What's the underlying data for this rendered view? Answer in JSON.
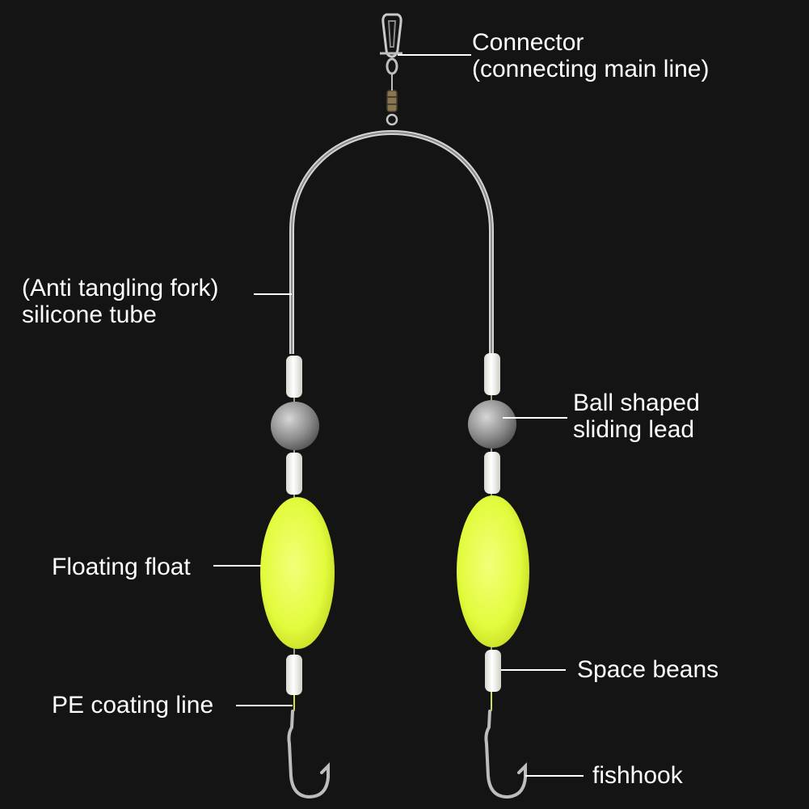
{
  "colors": {
    "background": "#141414",
    "tube": "#c8c8c8",
    "float": "#e8ff4a",
    "lead": "#9a9a9a",
    "bean": "#f4f4f0",
    "hook": "#b5b5b5",
    "leader_line": "#ffffff",
    "label_text": "#ffffff"
  },
  "labels": {
    "connector": [
      "Connector",
      "(connecting main line)"
    ],
    "silicone_tube": [
      "(Anti tangling fork)",
      "silicone tube"
    ],
    "sliding_lead": [
      "Ball shaped",
      "sliding lead"
    ],
    "floating_float": [
      "Floating float"
    ],
    "space_beans": [
      "Space beans"
    ],
    "pe_line": [
      "PE coating line"
    ],
    "fishhook": [
      "fishhook"
    ]
  }
}
